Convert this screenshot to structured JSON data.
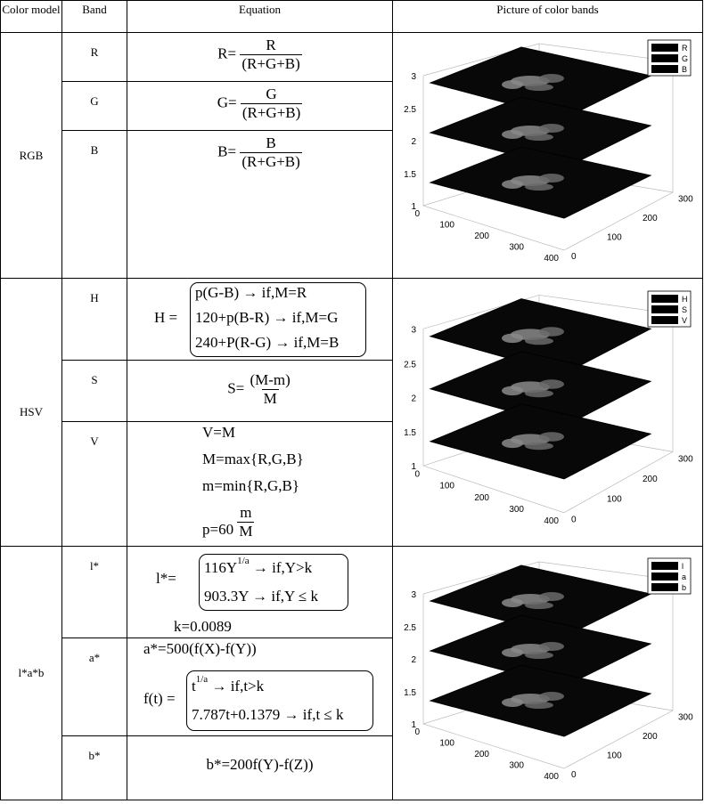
{
  "headers": {
    "model": "Color model",
    "band": "Band",
    "equation": "Equation",
    "picture": "Picture of color bands"
  },
  "rgb": {
    "model": "RGB",
    "bands": [
      "R",
      "G",
      "B"
    ],
    "r_lhs": "R=",
    "r_num": "R",
    "r_den": "(R+G+B)",
    "g_lhs": "G=",
    "g_num": "G",
    "g_den": "(R+G+B)",
    "b_lhs": "B=",
    "b_num": "B",
    "b_den": "(R+G+B)",
    "legend": [
      "R",
      "G",
      "B"
    ]
  },
  "hsv": {
    "model": "HSV",
    "bands": [
      "H",
      "S",
      "V"
    ],
    "h_lhs": "H =",
    "h_cases": [
      "p(G-B) → if,M=R",
      "120+p(B-R) → if,M=G",
      "240+P(R-G) → if,M=B"
    ],
    "s_lhs": "S=",
    "s_num": "(M-m)",
    "s_den": "M",
    "v_lines": [
      "V=M",
      "M=max{R,G,B}",
      "m=min{R,G,B}"
    ],
    "p_lhs": "p=60",
    "p_num": "m",
    "p_den": "M",
    "legend": [
      "H",
      "S",
      "V"
    ]
  },
  "lab": {
    "model": "l*a*b",
    "bands": [
      "l*",
      "a*",
      "b*"
    ],
    "l_lhs": "l*=",
    "l_case1_base": "116Y",
    "l_case1_exp": "1/a",
    "l_case1_rest": " → if,Y>k",
    "l_case2": "903.3Y → if,Y ≤ k",
    "k_line": "k=0.0089",
    "a_line": "a*=500(f(X)-f(Y))",
    "f_lhs": "f(t) =",
    "f_case1_base": "t",
    "f_case1_exp": "1/a",
    "f_case1_rest": " → if,t>k",
    "f_case2": "7.787t+0.1379 → if,t ≤ k",
    "b_line": "b*=200f(Y)-f(Z))",
    "legend": [
      "l",
      "a",
      "b"
    ]
  },
  "axes": {
    "z_ticks": [
      "3",
      "2.5",
      "2",
      "1.5",
      "1"
    ],
    "x_ticks": [
      "0",
      "100",
      "200",
      "300",
      "400"
    ],
    "y_ticks": [
      "0",
      "100",
      "200",
      "300"
    ]
  }
}
